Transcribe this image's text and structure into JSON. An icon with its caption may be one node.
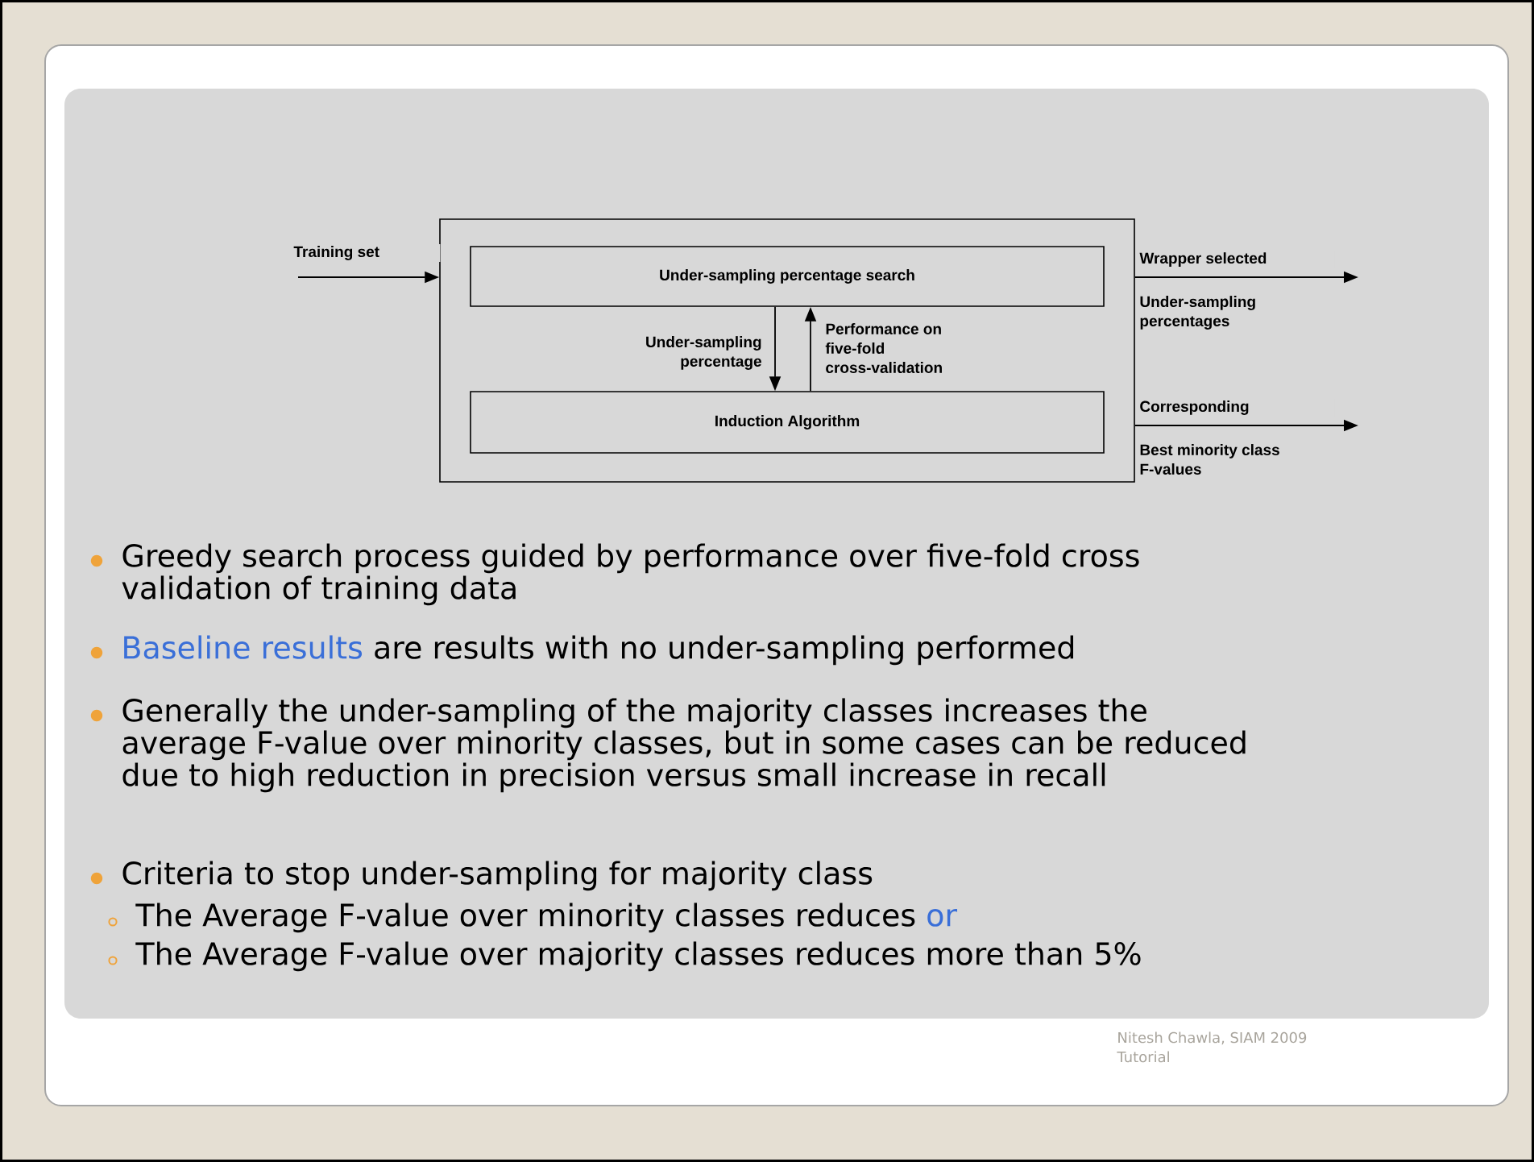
{
  "diagram": {
    "nodes": [
      {
        "text": [],
        "shape": "box"
      },
      {
        "text": [
          "Under-sampling percentage search"
        ],
        "in": 0
      },
      {
        "text": [
          "Induction Algorithm"
        ],
        "in": 0
      }
    ],
    "edges": [
      {
        "from": null,
        "to": 0,
        "arrow": "to",
        "label": "Training set"
      },
      {
        "from": 0,
        "to": null,
        "arrow": "to",
        "label": "Wrapper selected"
      },
      {
        "from": 0,
        "to": null,
        "arrow": "to",
        "label": "Corresponding"
      },
      {
        "from": 1,
        "to": 2,
        "arrow": "to",
        "label": "Under-sampling percentage"
      },
      {
        "from": 2,
        "to": 1,
        "arrow": "to",
        "label": "Performance on five-fold cross-validation"
      }
    ],
    "labels": [
      "Under-sampling percentages",
      "Best minority class F-values",
      "Greedy search process guided by performance over five-fold cross validation of training data",
      "Baseline results",
      "are results with no under-sampling performed",
      "Generally the under-sampling of the majority classes increases the average F-value over minority classes, but in some cases can be reduced due to high reduction in precision versus small increase in recall",
      "Criteria to stop under-sampling for majority class",
      "The Average F-value over minority classes reduces",
      "or",
      "The Average F-value over majority classes reduces more than 5%",
      "Nitesh Chawla, SIAM 2009 Tutorial"
    ]
  }
}
